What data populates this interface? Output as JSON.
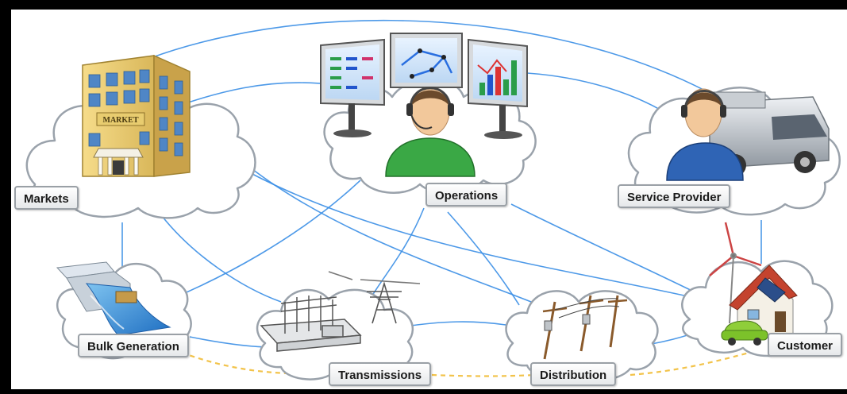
{
  "nodes": {
    "markets": {
      "label": "Markets",
      "icon": "office-building-icon"
    },
    "operations": {
      "label": "Operations",
      "icon": "operator-with-monitors-icon"
    },
    "service_provider": {
      "label": "Service Provider",
      "icon": "technician-with-truck-icon"
    },
    "bulk_generation": {
      "label": "Bulk Generation",
      "icon": "hydro-dam-icon"
    },
    "transmissions": {
      "label": "Transmissions",
      "icon": "substation-tower-icon"
    },
    "distribution": {
      "label": "Distribution",
      "icon": "utility-poles-icon"
    },
    "customer": {
      "label": "Customer",
      "icon": "house-with-wind-turbine-icon"
    }
  },
  "building_sign": "MARKET",
  "colors": {
    "link": "#3a8ee6",
    "dashed_link": "#f2c34a",
    "cloud_stroke": "#9aa2ab",
    "cloud_fill": "#ffffff"
  }
}
